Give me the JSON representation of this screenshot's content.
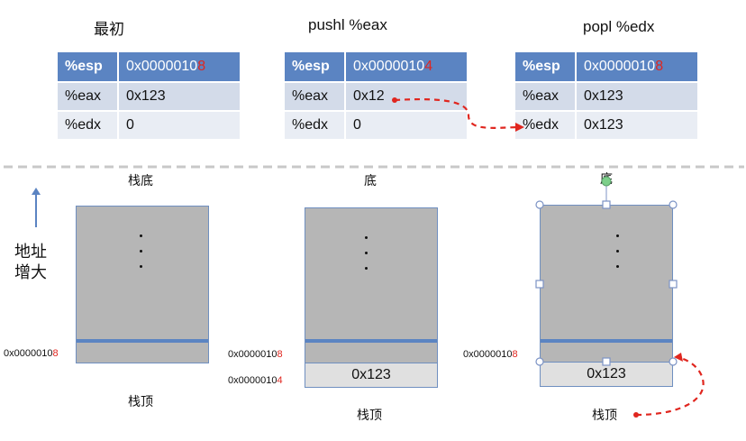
{
  "panels": [
    {
      "title": "最初",
      "table": {
        "header": {
          "name": "%esp",
          "value_main": "0x0000010",
          "value_red": "8"
        },
        "rows": [
          {
            "name": "%eax",
            "value": "0x123"
          },
          {
            "name": "%edx",
            "value": "0"
          }
        ]
      },
      "stack_top_label": "栈底",
      "stack_bottom_label": "栈顶",
      "addresses": [
        {
          "main": "0x0000010",
          "red": "8"
        }
      ]
    },
    {
      "title": "pushl %eax",
      "table": {
        "header": {
          "name": "%esp",
          "value_main": "0x0000010",
          "value_red": "4"
        },
        "rows": [
          {
            "name": "%eax",
            "value": "0x12"
          },
          {
            "name": "%edx",
            "value": "0"
          }
        ]
      },
      "stack_top_label": "底",
      "stack_bottom_label": "栈顶",
      "cell_value": "0x123",
      "addresses": [
        {
          "main": "0x0000010",
          "red": "8"
        },
        {
          "main": "0x0000010",
          "red": "4"
        }
      ]
    },
    {
      "title": "popl %edx",
      "table": {
        "header": {
          "name": "%esp",
          "value_main": "0x0000010",
          "value_red": "8"
        },
        "rows": [
          {
            "name": "%eax",
            "value": "0x123"
          },
          {
            "name": "%edx",
            "value": "0x123"
          }
        ]
      },
      "stack_top_label": "底",
      "stack_bottom_label": "栈顶",
      "cell_value": "0x123",
      "addresses": [
        {
          "main": "0x0000010",
          "red": "8"
        }
      ]
    }
  ],
  "side_label": {
    "line1": "地址",
    "line2": "增大"
  },
  "colors": {
    "header_blue": "#5b84c2",
    "row_light": "#d3dbe9",
    "row_lighter": "#e9edf4",
    "stack_gray": "#b6b6b6",
    "accent_red": "#e0261f"
  }
}
